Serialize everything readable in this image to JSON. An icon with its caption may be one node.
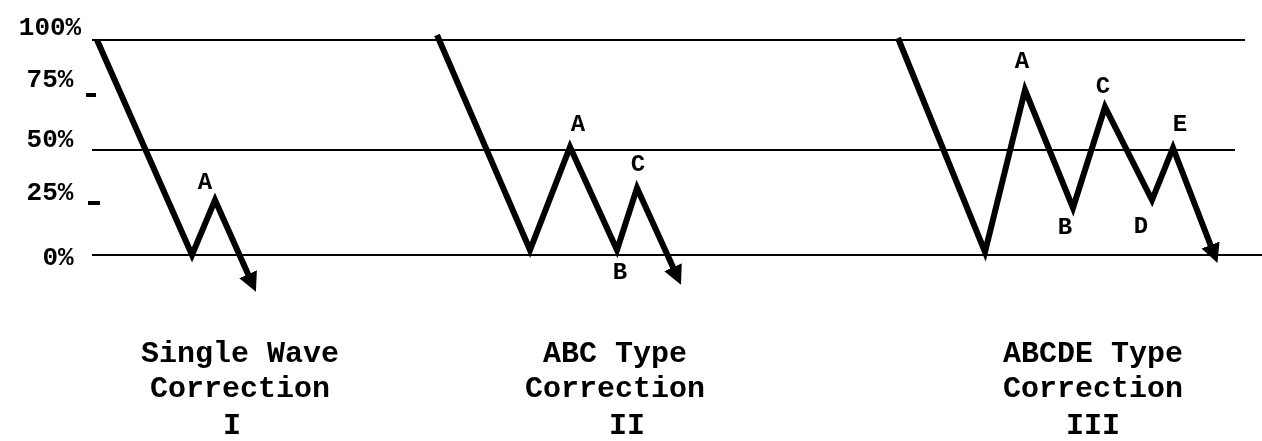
{
  "diagram": {
    "labels": [
      "100%",
      "75%",
      "50%",
      "25%",
      "0%",
      "A",
      "A",
      "C",
      "B",
      "A",
      "C",
      "E",
      "B",
      "D",
      "Single Wave Correction",
      "I",
      "ABC Type Correction",
      "II",
      "ABCDE Type Correction",
      "III"
    ]
  }
}
